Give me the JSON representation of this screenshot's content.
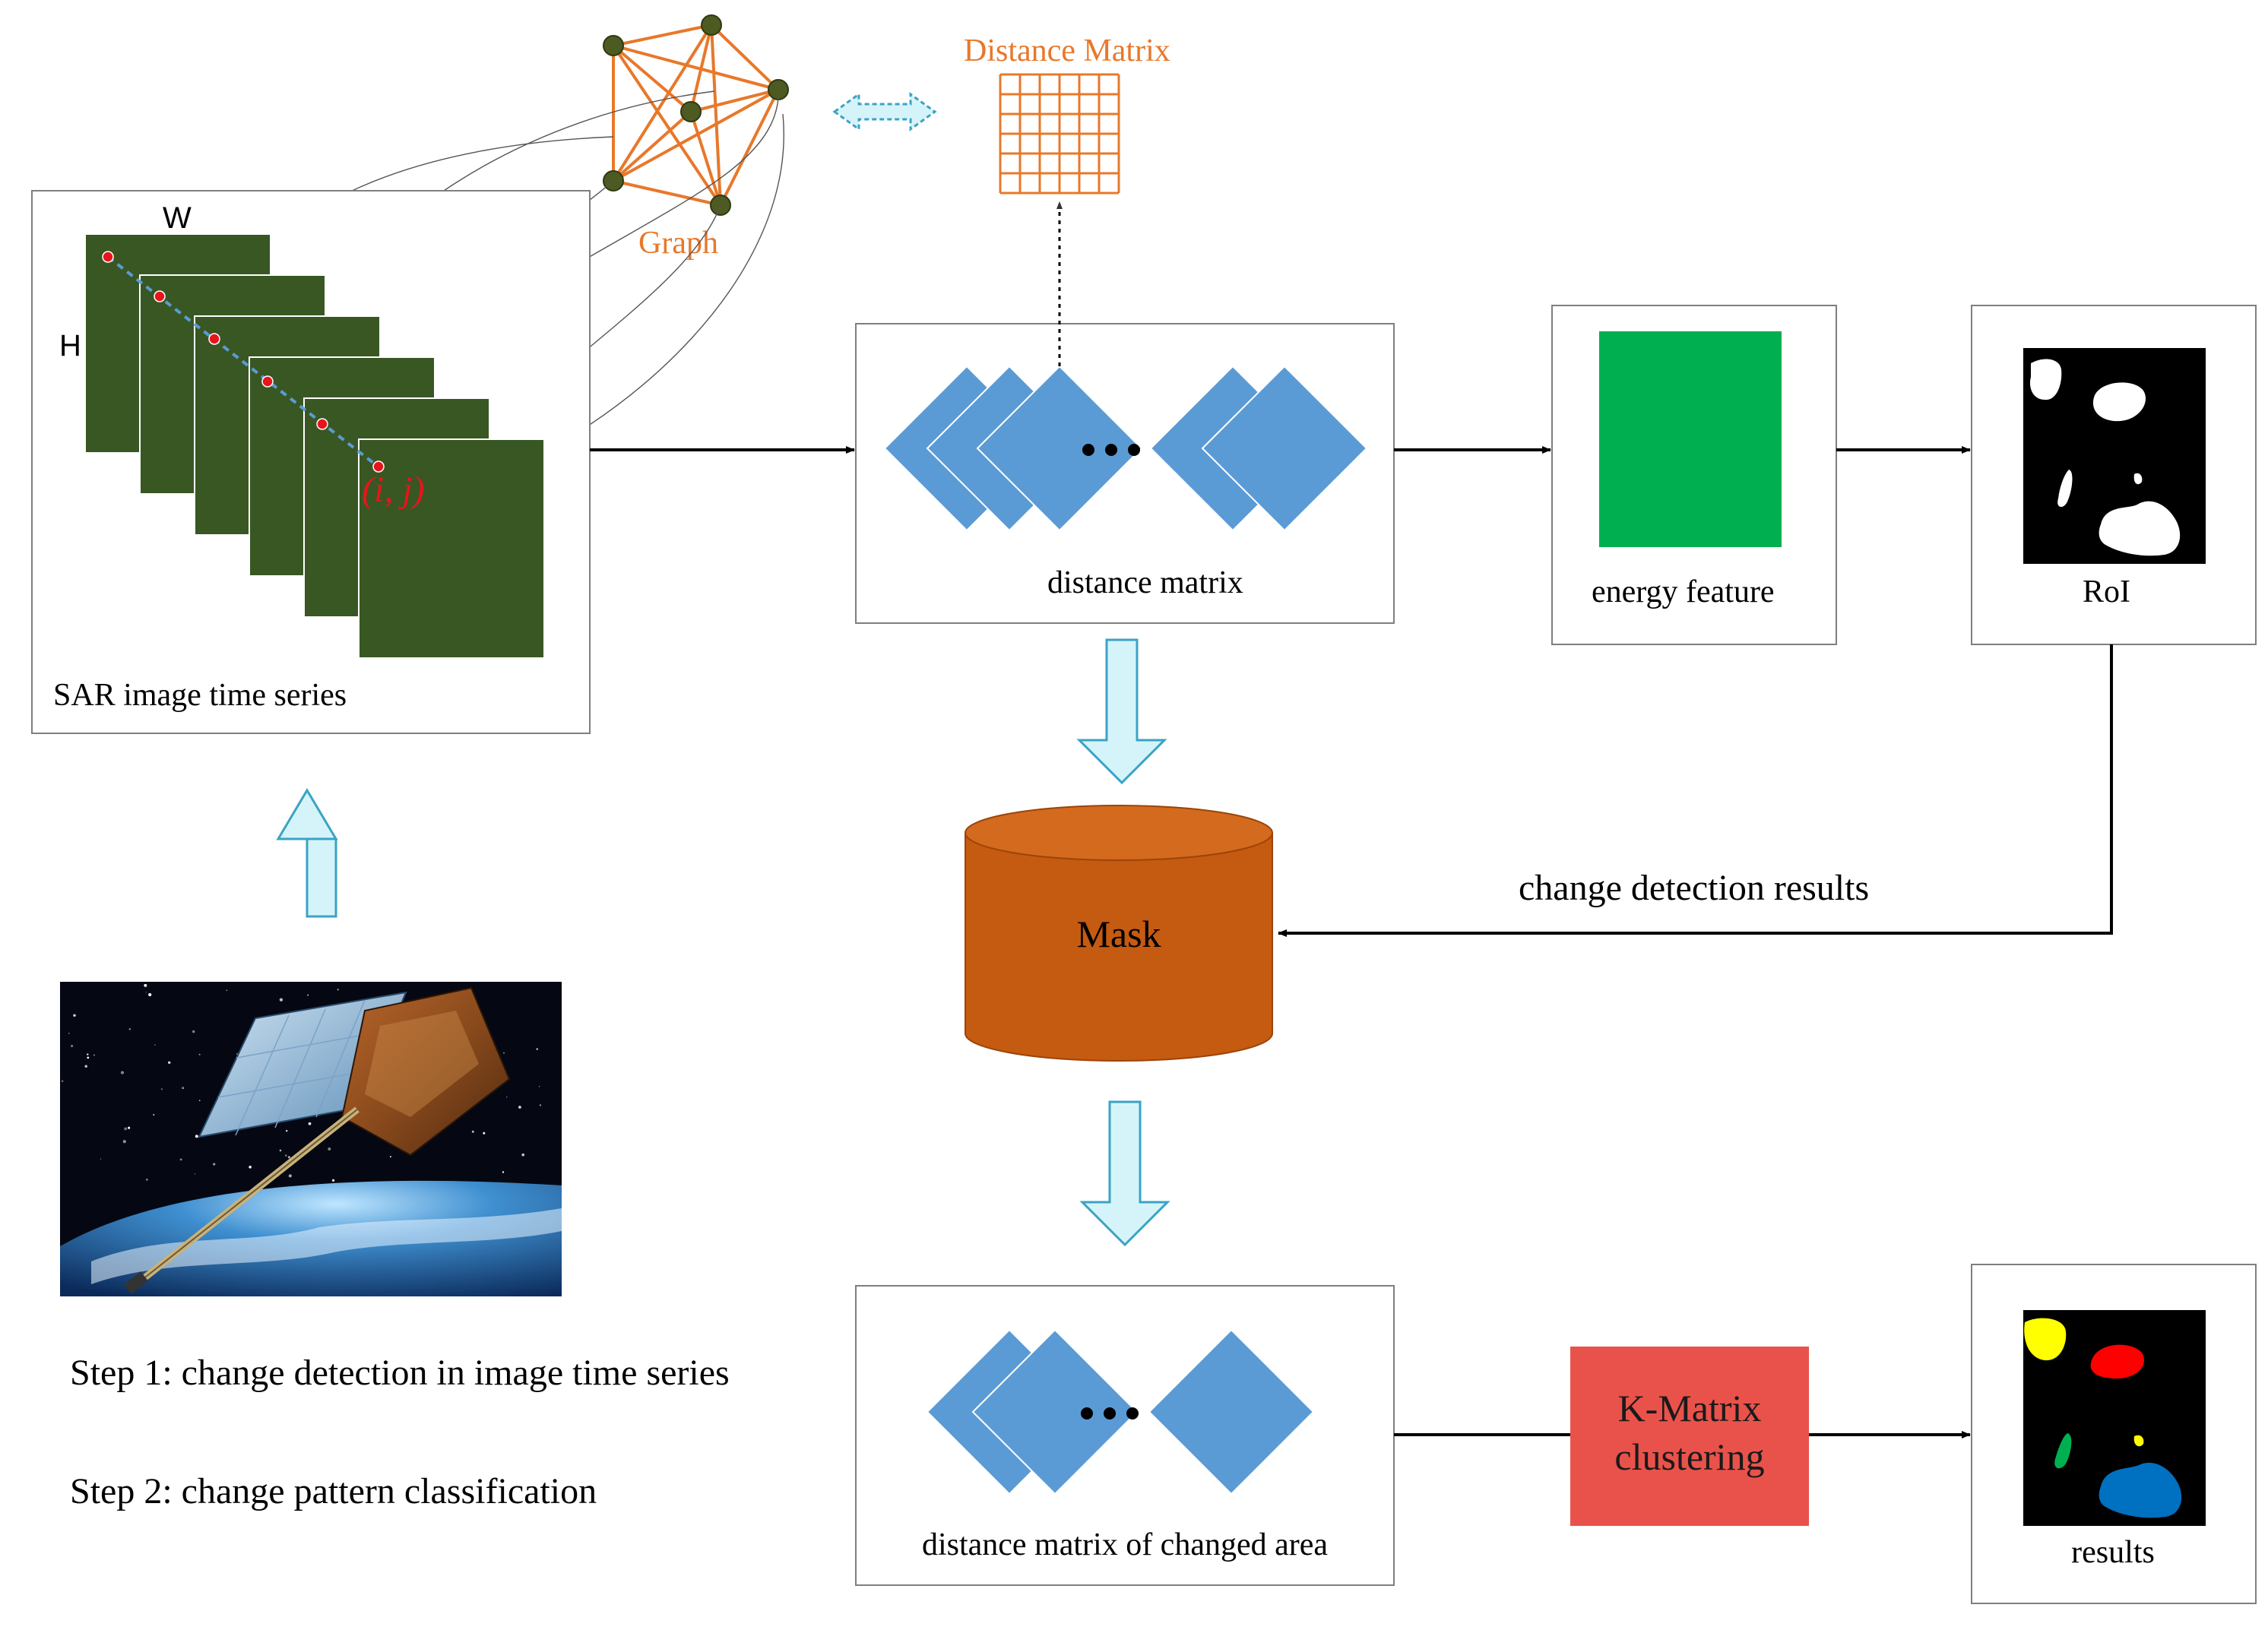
{
  "diagram": {
    "graph_label": "Graph",
    "distance_matrix_title": "Distance Matrix",
    "sar_panel": {
      "label": "SAR image time series",
      "width_symbol": "W",
      "height_symbol": "H",
      "pixel_symbol": "(i, j)"
    },
    "distance_matrix_panel": {
      "label": "distance matrix"
    },
    "energy_panel": {
      "label": "energy feature"
    },
    "roi_panel": {
      "label": "RoI"
    },
    "mask_label": "Mask",
    "change_detection_label": "change detection results",
    "changed_area_panel": {
      "label": "distance matrix of changed area"
    },
    "kmatrix": {
      "line1": "K-Matrix",
      "line2": "clustering"
    },
    "results_panel": {
      "label": "results"
    },
    "steps": {
      "step1": "Step 1: change detection in image time series",
      "step2": "Step 2: change pattern classification"
    }
  },
  "colors": {
    "graph_orange": "#E8782A",
    "sar_green": "#385723",
    "diamond_blue": "#5B9BD5",
    "energy_green": "#00B050",
    "mask_orange": "#C55A11",
    "kmatrix_red": "#E9524A",
    "arrow_fill": "#D5F4FA",
    "arrow_stroke": "#3BA3C4",
    "dotted_line": "#5B9BD5",
    "pixel_red": "#E8141C",
    "result_yellow": "#FFFF00",
    "result_red": "#FF0000",
    "result_green": "#00B050",
    "result_blue": "#0070C0"
  }
}
